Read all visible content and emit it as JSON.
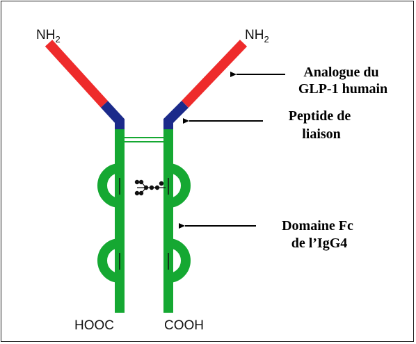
{
  "diagram": {
    "n_terminus_left": "NH",
    "n_terminus_right": "NH",
    "subscript": "2",
    "c_terminus_left": "HOOC",
    "c_terminus_right": "COOH",
    "callouts": {
      "glp1_line1": "Analogue du",
      "glp1_line2": "GLP-1 humain",
      "linker_line1": "Peptide de",
      "linker_line2": "liaison",
      "fc_line1": "Domaine Fc",
      "fc_line2": "de l’IgG4"
    }
  },
  "colors": {
    "glp1": "#ee2b2b",
    "linker": "#1b2a8a",
    "fc": "#15a832",
    "arrow": "#000000"
  }
}
